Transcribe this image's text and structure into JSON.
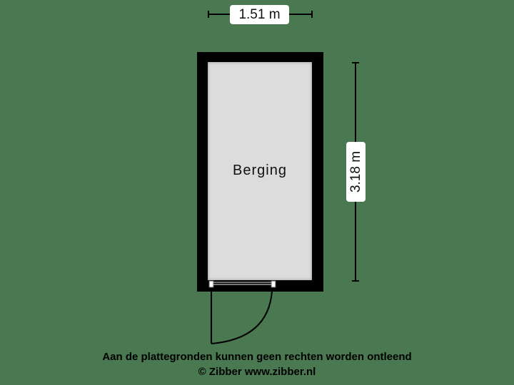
{
  "room": {
    "name": "Berging"
  },
  "dimensions": {
    "width": "1.51 m",
    "length": "3.18 m"
  },
  "footer": {
    "disclaimer": "Aan de plattegronden kunnen geen rechten worden ontleend",
    "copyright": "© Zibber www.zibber.nl"
  },
  "colors": {
    "background": "#4a7850",
    "wall": "#000000",
    "floor": "#dcdcdc"
  }
}
